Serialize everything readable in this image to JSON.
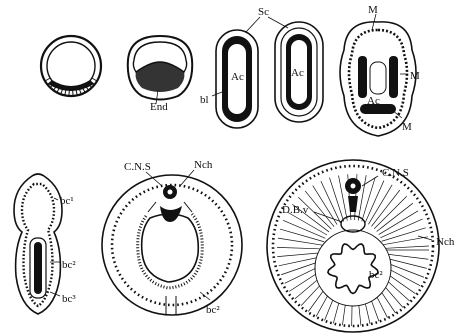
{
  "labels": {
    "end": "End",
    "sc": "Sc",
    "bl": "bl",
    "ac_a": "Ac",
    "ac_b": "Ac",
    "ac_c": "Ac",
    "m1": "M",
    "m2": "M",
    "m3": "M",
    "bc1": "bc¹",
    "bc2": "bc²",
    "bc3": "bc³",
    "cns1": "C.N.S",
    "nch1": "Nch",
    "bc2b": "bc²",
    "cns2": "C.N.S",
    "dbv": "D.B.v",
    "nch2": "Nch",
    "bc2c": "bc²"
  },
  "colors": {
    "ink": "#111111",
    "paper": "#ffffff"
  }
}
